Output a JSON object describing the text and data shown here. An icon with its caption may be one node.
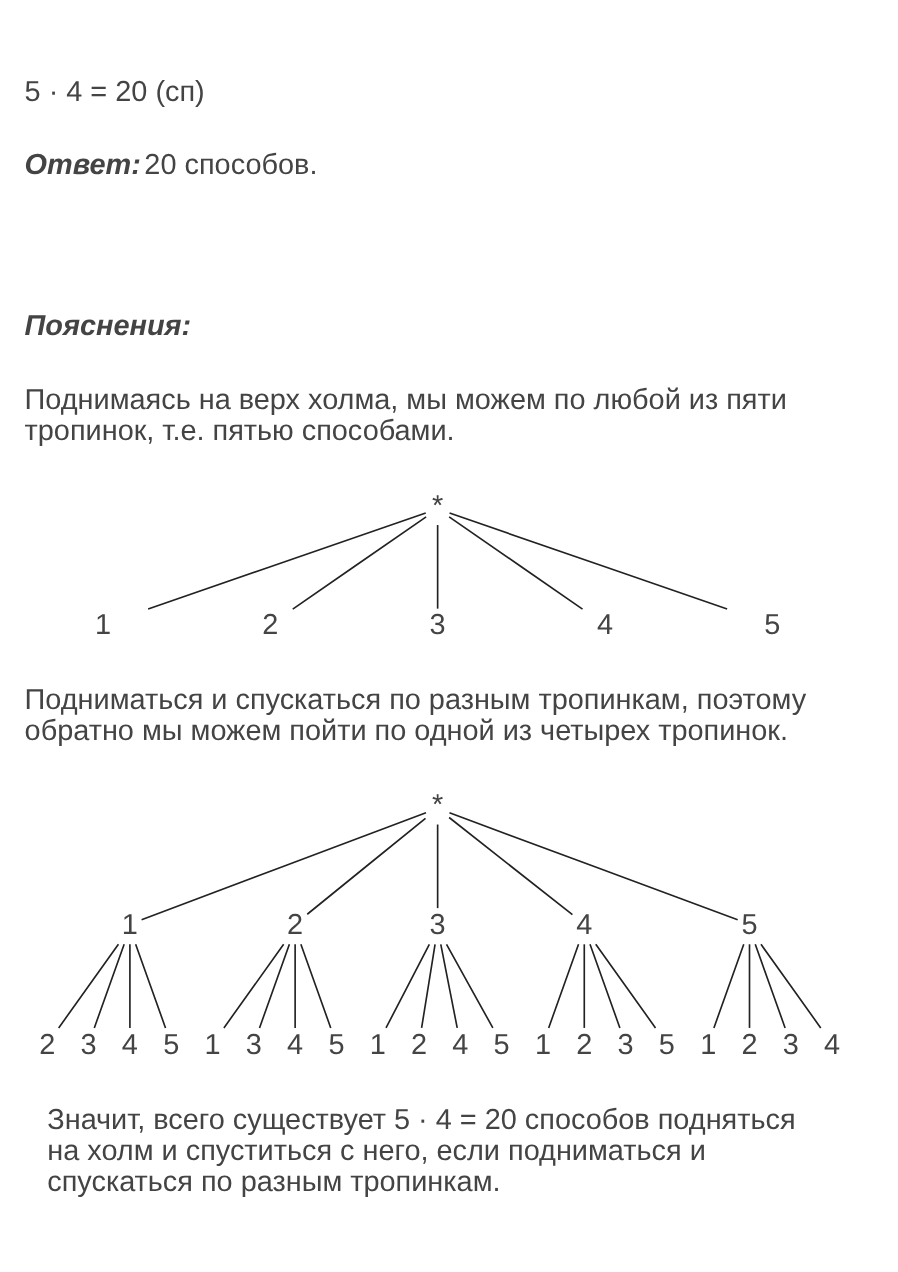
{
  "diagram": {
    "nodes": [
      {
        "text": [
          "*"
        ]
      },
      {
        "text": [
          "1"
        ]
      },
      {
        "text": [
          "2"
        ]
      },
      {
        "text": [
          "3"
        ]
      },
      {
        "text": [
          "4"
        ]
      },
      {
        "text": [
          "5"
        ]
      },
      {
        "text": [
          "*"
        ]
      },
      {
        "text": [
          "1"
        ]
      },
      {
        "text": [
          "2"
        ]
      },
      {
        "text": [
          "3"
        ]
      },
      {
        "text": [
          "4"
        ]
      },
      {
        "text": [
          "5"
        ]
      },
      {
        "text": [
          "2"
        ]
      },
      {
        "text": [
          "3"
        ]
      },
      {
        "text": [
          "4"
        ]
      },
      {
        "text": [
          "5"
        ]
      },
      {
        "text": [
          "1"
        ]
      },
      {
        "text": [
          "3"
        ]
      },
      {
        "text": [
          "4"
        ]
      },
      {
        "text": [
          "5"
        ]
      },
      {
        "text": [
          "1"
        ]
      },
      {
        "text": [
          "2"
        ]
      },
      {
        "text": [
          "4"
        ]
      },
      {
        "text": [
          "5"
        ]
      },
      {
        "text": [
          "1"
        ]
      },
      {
        "text": [
          "2"
        ]
      },
      {
        "text": [
          "3"
        ]
      },
      {
        "text": [
          "5"
        ]
      },
      {
        "text": [
          "1"
        ]
      },
      {
        "text": [
          "2"
        ]
      },
      {
        "text": [
          "3"
        ]
      },
      {
        "text": [
          "4"
        ]
      }
    ],
    "edges": [
      {
        "from": 0,
        "to": 1,
        "arrow": "none"
      },
      {
        "from": 0,
        "to": 2,
        "arrow": "none"
      },
      {
        "from": 0,
        "to": 3,
        "arrow": "none"
      },
      {
        "from": 0,
        "to": 4,
        "arrow": "none"
      },
      {
        "from": 0,
        "to": 5,
        "arrow": "none"
      },
      {
        "from": 6,
        "to": 7,
        "arrow": "none"
      },
      {
        "from": 6,
        "to": 8,
        "arrow": "none"
      },
      {
        "from": 6,
        "to": 9,
        "arrow": "none"
      },
      {
        "from": 6,
        "to": 10,
        "arrow": "none"
      },
      {
        "from": 6,
        "to": 11,
        "arrow": "none"
      },
      {
        "from": 7,
        "to": 12,
        "arrow": "none"
      },
      {
        "from": 7,
        "to": 13,
        "arrow": "none"
      },
      {
        "from": 7,
        "to": 14,
        "arrow": "none"
      },
      {
        "from": 7,
        "to": 15,
        "arrow": "none"
      },
      {
        "from": 8,
        "to": 16,
        "arrow": "none"
      },
      {
        "from": 8,
        "to": 17,
        "arrow": "none"
      },
      {
        "from": 8,
        "to": 18,
        "arrow": "none"
      },
      {
        "from": 8,
        "to": 19,
        "arrow": "none"
      },
      {
        "from": 9,
        "to": 20,
        "arrow": "none"
      },
      {
        "from": 9,
        "to": 21,
        "arrow": "none"
      },
      {
        "from": 9,
        "to": 22,
        "arrow": "none"
      },
      {
        "from": 9,
        "to": 23,
        "arrow": "none"
      },
      {
        "from": 10,
        "to": 24,
        "arrow": "none"
      },
      {
        "from": 10,
        "to": 25,
        "arrow": "none"
      },
      {
        "from": 10,
        "to": 26,
        "arrow": "none"
      },
      {
        "from": 10,
        "to": 27,
        "arrow": "none"
      },
      {
        "from": 11,
        "to": 28,
        "arrow": "none"
      },
      {
        "from": 11,
        "to": 29,
        "arrow": "none"
      },
      {
        "from": 11,
        "to": 30,
        "arrow": "none"
      },
      {
        "from": 11,
        "to": 31,
        "arrow": "none"
      }
    ],
    "labels": [
      "5 · 4 = 20 (сп)",
      "Ответ:",
      "20 способов.",
      "Пояснения:",
      "Поднимаясь на верх холма, мы можем по любой из пяти тропинок, т.е. пятью способами.",
      "Подниматься и спускаться по разным тропинкам, поэтому обратно мы можем пойти по одной из четырех тропинок.",
      "Значит, всего существует 5 · 4 = 20 способов подняться на холм и спуститься с него, если подниматься и спускаться по разным тропинкам."
    ]
  }
}
